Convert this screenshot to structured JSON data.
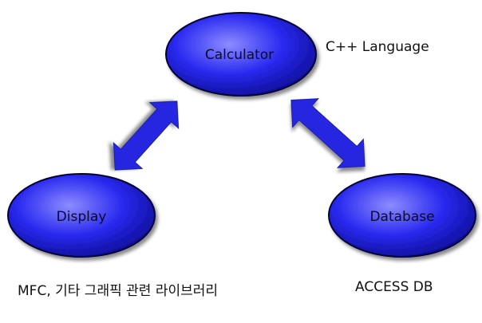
{
  "nodes": {
    "calculator": {
      "label": "Calculator"
    },
    "display": {
      "label": "Display"
    },
    "database": {
      "label": "Database"
    }
  },
  "captions": {
    "calculator_note": "C++ Language",
    "display_note": "MFC, 기타 그래픽 관련 라이브러리",
    "database_note": "ACCESS DB"
  },
  "colors": {
    "node_fill_light": "#8c8cff",
    "node_fill": "#2a2af0",
    "node_fill_dark": "#0e0e9a",
    "node_stroke": "#000033",
    "arrow_fill": "#2727e0"
  }
}
